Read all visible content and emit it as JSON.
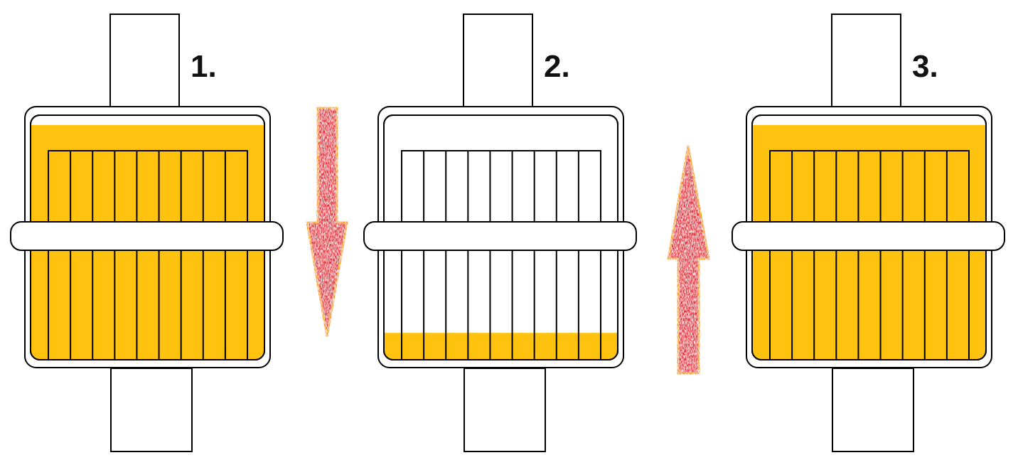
{
  "colors": {
    "fuel": "#FFC20E",
    "outline": "#000000",
    "background": "#FFFFFF",
    "arrow_fill": "#E53945",
    "arrow_border": "#F6A21A"
  },
  "steps": [
    {
      "label": "1.",
      "fuel_level": 0.96
    },
    {
      "label": "2.",
      "fuel_level": 0.11
    },
    {
      "label": "3.",
      "fuel_level": 0.96
    }
  ],
  "arrows": [
    {
      "direction": "down",
      "icon": "arrow-down-icon"
    },
    {
      "direction": "up",
      "icon": "arrow-up-icon"
    }
  ]
}
